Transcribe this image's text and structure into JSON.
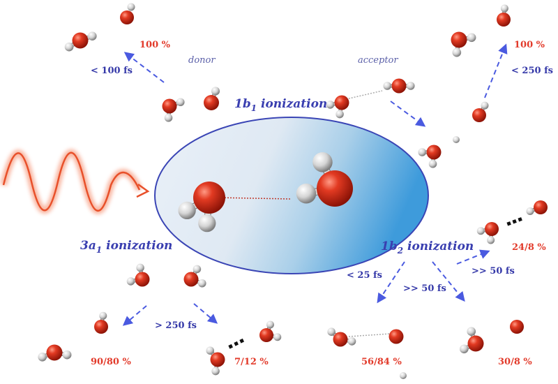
{
  "ionization_labels": {
    "b1": {
      "main": "1b",
      "sub": "1",
      "suffix": " ionization"
    },
    "b2": {
      "main": "1b",
      "sub": "2",
      "suffix": " ionization"
    },
    "a1": {
      "main": "3a",
      "sub": "1",
      "suffix": " ionization"
    }
  },
  "roles": {
    "donor": "donor",
    "acceptor": "acceptor"
  },
  "timescales": {
    "donor": "< 100 fs",
    "acceptor": "< 250 fs",
    "b2_fast": "< 25 fs",
    "b2_mid": ">> 50 fs",
    "b2_upper": ">> 50 fs",
    "a1": "> 250 fs"
  },
  "yields": {
    "donor": "100 %",
    "acceptor": "100 %",
    "b2_upper": "24/8 %",
    "b2_left": "56/84 %",
    "b2_right": "30/8 %",
    "a1_left": "90/80 %",
    "a1_right": "7/12 %"
  },
  "colors": {
    "oxygen": "#d42a1a",
    "hydrogen": "#d8d8d8",
    "arrow": "#4a5ae0",
    "ionization_text": "#3a3fb0",
    "percent_text": "#e23a2a",
    "ellipse_stroke": "#3a45b5",
    "wave": "#e8502a"
  }
}
